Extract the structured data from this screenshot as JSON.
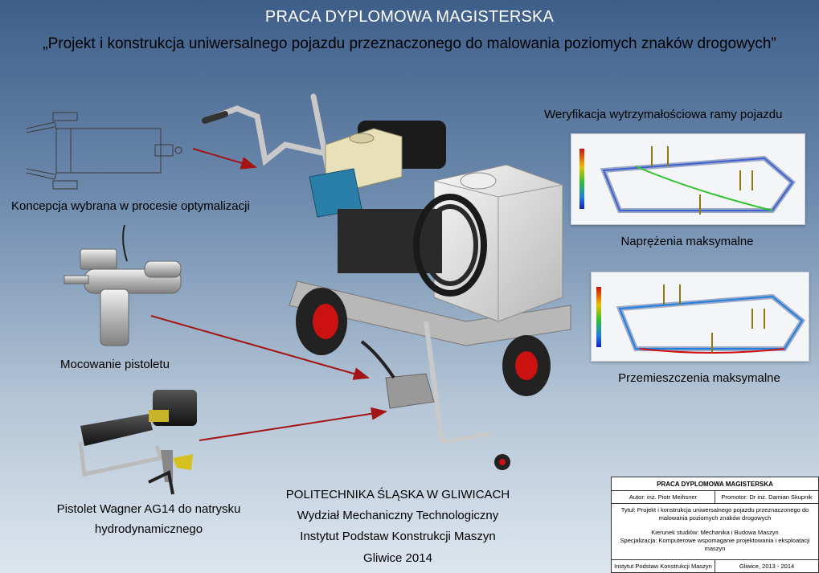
{
  "header": {
    "title": "PRACA DYPLOMOWA MAGISTERSKA",
    "subtitle": "„Projekt i konstrukcja uniwersalnego pojazdu przeznaczonego do malowania poziomych znaków drogowych”"
  },
  "labels": {
    "concept": "Koncepcja wybrana w procesie optymalizacji",
    "gun_mount": "Mocowanie pistoletu",
    "gun_line1": "Pistolet Wagner AG14 do natrysku",
    "gun_line2": "hydrodynamicznego",
    "verification": "Weryfikacja wytrzymałościowa ramy pojazdu",
    "stress": "Naprężenia maksymalne",
    "displacement": "Przemieszczenia maksymalne"
  },
  "university": {
    "name": "POLITECHNIKA ŚLĄSKA W GLIWICACH",
    "faculty": "Wydział Mechaniczny Technologiczny",
    "institute": "Instytut Podstaw Konstrukcji Maszyn",
    "place_year": "Gliwice 2014"
  },
  "info_box": {
    "head": "PRACA DYPLOMOWA MAGISTERSKA",
    "author": "Autor: inż. Piotr Meihsner",
    "promotor": "Promotor: Dr inż. Damian Skupnik",
    "title_line1": "Tytuł: Projekt i konstrukcja uniwersalnego pojazdu przeznaczonego do",
    "title_line2": "malowania poziomych znaków drogowych",
    "field": "Kierunek studiów: Mechanika i Budowa Maszyn",
    "spec_line1": "Specjalizacja: Komputerowe wspomaganie projektowania i eksploatacji",
    "spec_line2": "maszyn",
    "institute": "Instytut Podstaw Konstrukcji Maszyn",
    "place_years": "Gliwice, 2013 - 2014"
  },
  "colors": {
    "arrow": "#a31515",
    "tank": "#e6e6e6",
    "engine_yellow": "#e8e0b8",
    "pump_blue": "#2a7fa8",
    "wheel_red": "#cc1111"
  }
}
